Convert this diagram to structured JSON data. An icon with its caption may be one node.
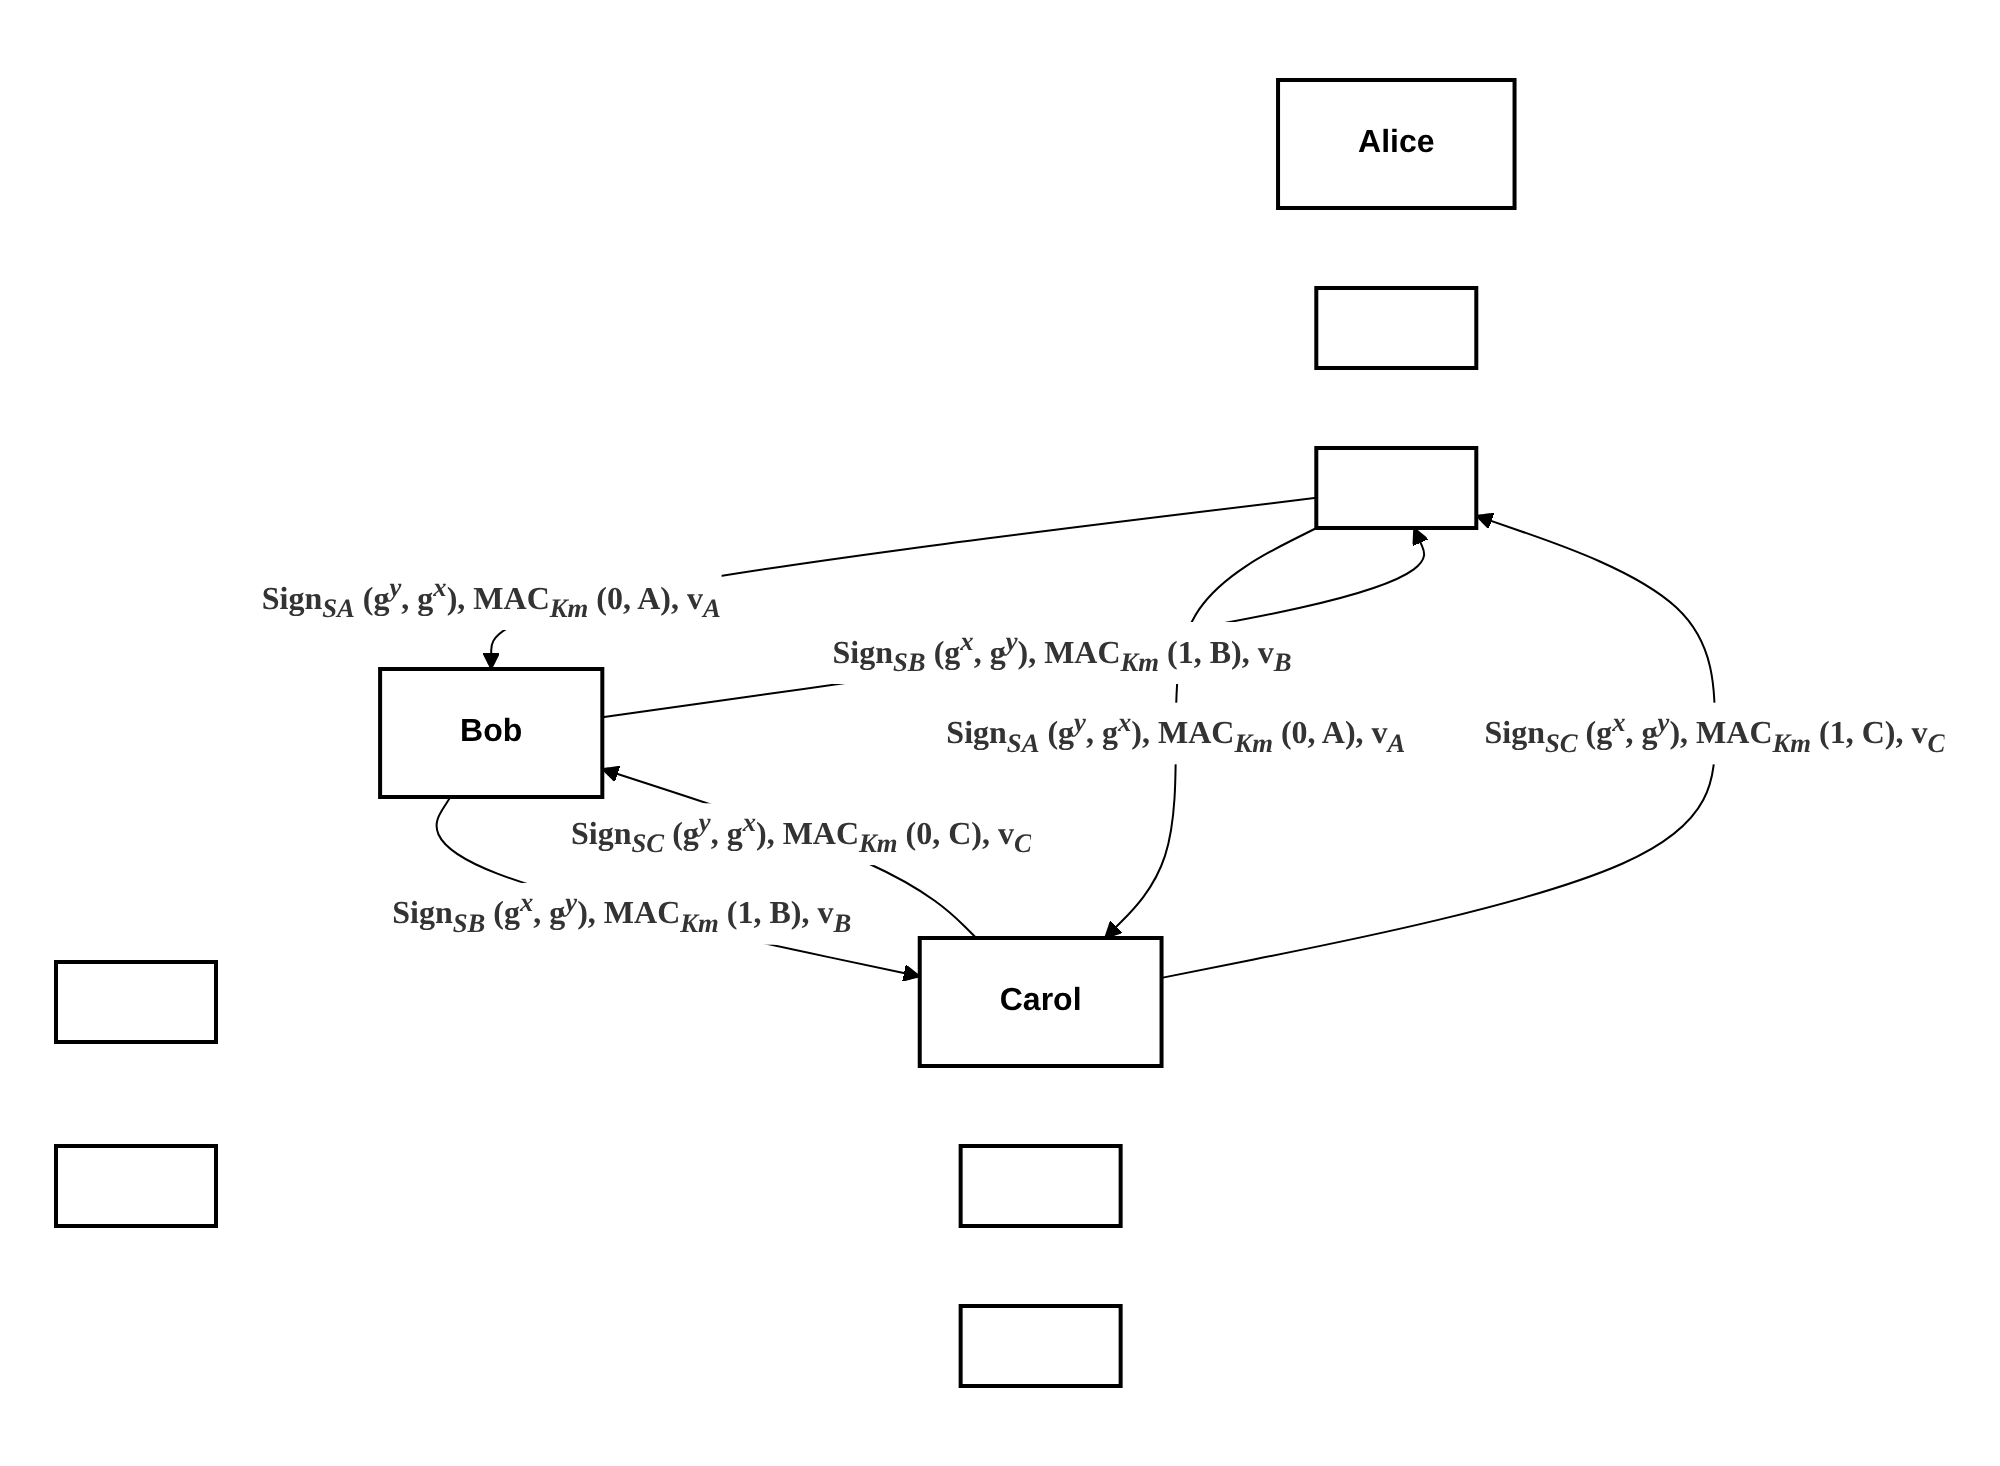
{
  "diagram": {
    "nodes": [
      {
        "text": [
          "Alice"
        ]
      },
      {
        "text": [],
        "shape": "box"
      },
      {
        "text": [],
        "shape": "box"
      },
      {
        "text": [
          "Bob"
        ]
      },
      {
        "text": [],
        "shape": "box"
      },
      {
        "text": [],
        "shape": "box"
      },
      {
        "text": [
          "Carol"
        ]
      },
      {
        "text": [],
        "shape": "box"
      },
      {
        "text": [],
        "shape": "box"
      }
    ],
    "edges": [
      {
        "from": 3,
        "to": 2,
        "arrow": "to",
        "label": "Sign$_{SB}$ (g$^{x}$, g$^{y}$), MAC$_{Km}$ (1, B), v$_{B}$"
      },
      {
        "from": 2,
        "to": 3,
        "arrow": "to",
        "label": "Sign$_{SA}$ (g$^{y}$, g$^{x}$), MAC$_{Km}$ (0, A), v$_{A}$"
      },
      {
        "from": 2,
        "to": 6,
        "arrow": "to",
        "label": "Sign$_{SA}$ (g$^{y}$, g$^{x}$), MAC$_{Km}$ (0, A), v$_{A}$"
      },
      {
        "from": 6,
        "to": 2,
        "arrow": "to",
        "label": "Sign$_{SC}$ (g$^{x}$, g$^{y}$), MAC$_{Km}$ (1, C), v$_{C}$"
      },
      {
        "from": 3,
        "to": 6,
        "arrow": "to",
        "label": "Sign$_{SB}$ (g$^{x}$, g$^{y}$), MAC$_{Km}$ (1, B), v$_{B}$"
      },
      {
        "from": 6,
        "to": 3,
        "arrow": "to",
        "label": "Sign$_{SC}$ (g$^{y}$, g$^{x}$), MAC$_{Km}$ (0, C), v$_{C}$"
      }
    ]
  }
}
